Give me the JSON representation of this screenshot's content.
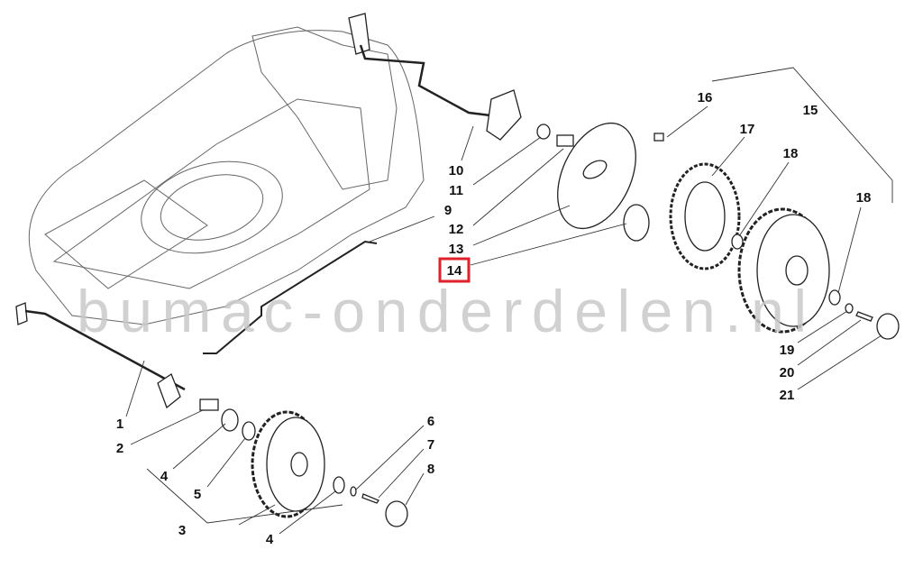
{
  "watermark": "bumac-onderdelen.nl",
  "highlighted_part": "14",
  "highlight_color": "#e0202a",
  "callouts": [
    {
      "id": "c10",
      "text": "10"
    },
    {
      "id": "c11",
      "text": "11"
    },
    {
      "id": "c9",
      "text": "9"
    },
    {
      "id": "c12",
      "text": "12"
    },
    {
      "id": "c13",
      "text": "13"
    },
    {
      "id": "c14",
      "text": "14"
    },
    {
      "id": "c16",
      "text": "16"
    },
    {
      "id": "c15",
      "text": "15"
    },
    {
      "id": "c17",
      "text": "17"
    },
    {
      "id": "c18a",
      "text": "18"
    },
    {
      "id": "c18b",
      "text": "18"
    },
    {
      "id": "c19",
      "text": "19"
    },
    {
      "id": "c20",
      "text": "20"
    },
    {
      "id": "c21",
      "text": "21"
    },
    {
      "id": "c1",
      "text": "1"
    },
    {
      "id": "c2",
      "text": "2"
    },
    {
      "id": "c4a",
      "text": "4"
    },
    {
      "id": "c5",
      "text": "5"
    },
    {
      "id": "c3",
      "text": "3"
    },
    {
      "id": "c4b",
      "text": "4"
    },
    {
      "id": "c6",
      "text": "6"
    },
    {
      "id": "c7",
      "text": "7"
    },
    {
      "id": "c8",
      "text": "8"
    }
  ]
}
